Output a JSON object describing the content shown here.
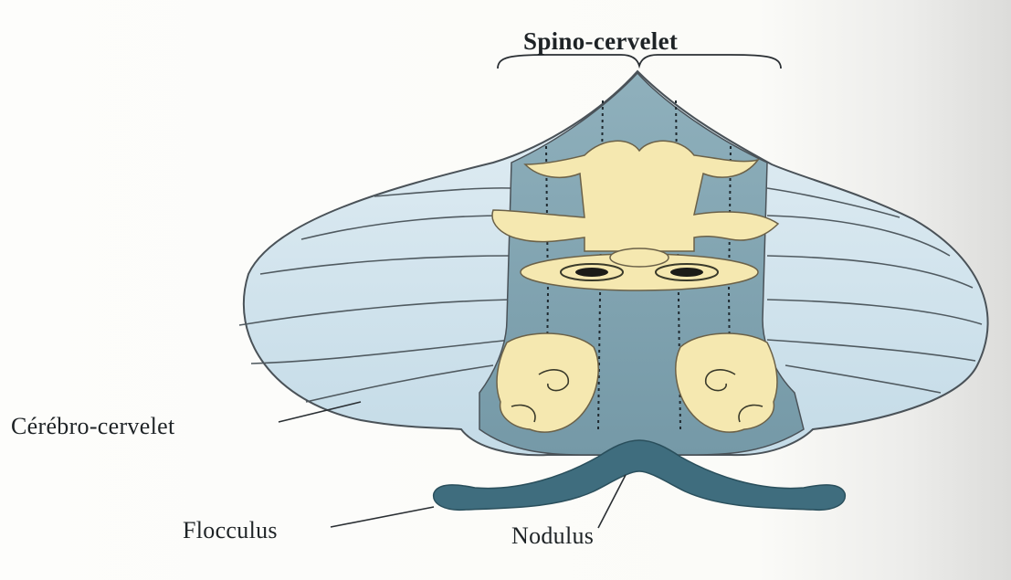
{
  "labels": {
    "spino_cervelet": "Spino-cervelet",
    "cerebro_cervelet": "Cérébro-cervelet",
    "flocculus": "Flocculus",
    "nodulus": "Nodulus"
  },
  "colors": {
    "hemisphere_fill": "#cfe3ee",
    "vermis_fill": "#7fa3b0",
    "homunculus_fill": "#f5e8b0",
    "flocculonodular_fill": "#3f6d7e",
    "outline": "#4a5258"
  }
}
